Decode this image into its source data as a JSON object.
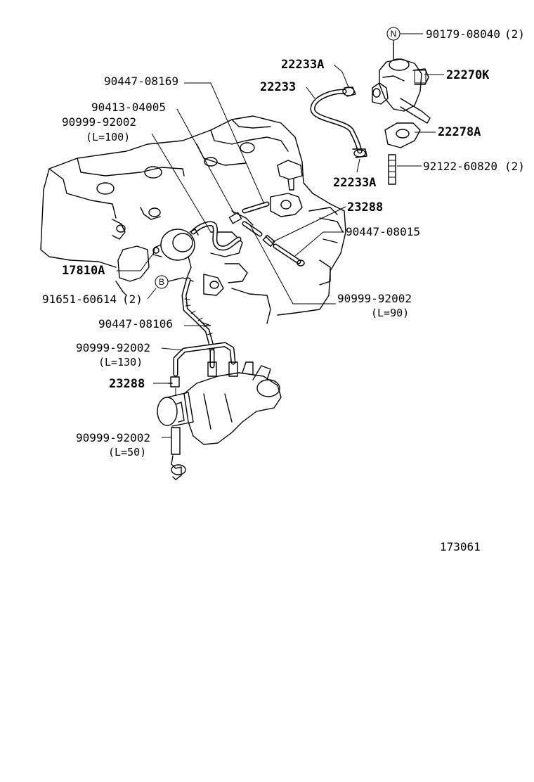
{
  "labels": {
    "p90179": "90179-08040",
    "p90179_qty": "(2)",
    "p22233A_top": "22233A",
    "p22270K": "22270K",
    "p22233": "22233",
    "p90447_08169": "90447-08169",
    "p22278A": "22278A",
    "p90413": "90413-04005",
    "p90999_top": "90999-92002",
    "p90999_top_len": "(L=100)",
    "p92122": "92122-60820",
    "p92122_qty": "(2)",
    "p22233A_bottom": "22233A",
    "p23288_top": "23288",
    "p90447_08015": "90447-08015",
    "p17810A": "17810A",
    "p91651": "91651-60614",
    "p91651_qty": "(2)",
    "p90999_mid": "90999-92002",
    "p90999_mid_len": "(L=90)",
    "p90447_08106": "90447-08106",
    "p90999_130": "90999-92002",
    "p90999_130_len": "(L=130)",
    "p23288_bottom": "23288",
    "p90999_50": "90999-92002",
    "p90999_50_len": "(L=50)",
    "diagram_number": "173061"
  },
  "markers": {
    "n_marker": "N",
    "b_marker": "B"
  }
}
